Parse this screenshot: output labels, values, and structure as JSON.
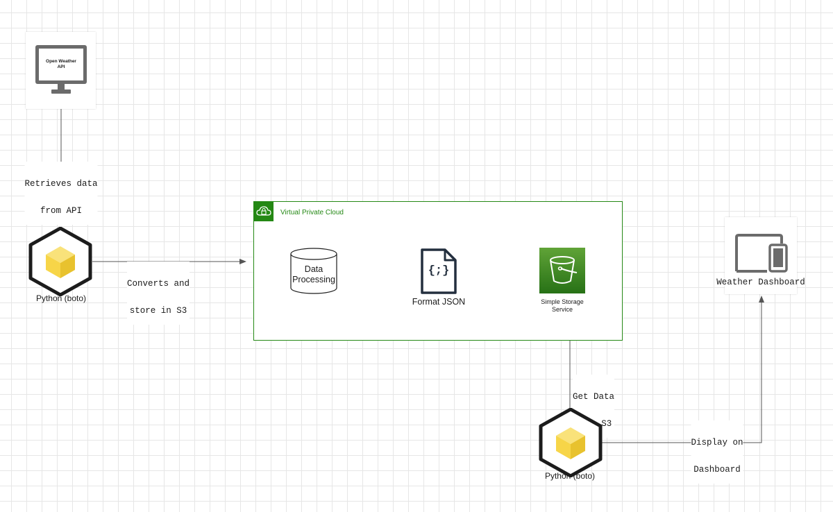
{
  "nodes": {
    "api_monitor": {
      "label_line1": "Open Weather",
      "label_line2": "API"
    },
    "python_top": {
      "label": "Python (boto)"
    },
    "python_bottom": {
      "label": "Python (boto)"
    },
    "vpc": {
      "label": "Virtual Private Cloud"
    },
    "data_processing": {
      "label_line1": "Data",
      "label_line2": "Processing"
    },
    "format_json": {
      "label": "Format JSON",
      "glyph": "{;}"
    },
    "s3": {
      "label_line1": "Simple Storage",
      "label_line2": "Service"
    },
    "dashboard": {
      "label": "Weather Dashboard"
    }
  },
  "edges": {
    "api_to_python": {
      "line1": "Retrieves data",
      "line2": "from API"
    },
    "python_to_vpc": {
      "line1": "Converts and",
      "line2": "store in S3"
    },
    "python_to_s3": {
      "line1": "Get Data",
      "line2": "from S3"
    },
    "python_to_dashboard": {
      "line1": "Display on",
      "line2": "Dashboard"
    }
  },
  "colors": {
    "vpc_green": "#248814",
    "s3_green_top": "#60a337",
    "s3_green_bottom": "#277116",
    "cube_yellow": "#f7d548",
    "icon_dark": "#232f3e",
    "device_gray": "#6b6b6b",
    "connector": "#555555"
  },
  "icons": {
    "api": "monitor-icon",
    "python": "cube-icon",
    "vpc": "cloud-lock-icon",
    "database": "cylinder-icon",
    "json": "json-file-icon",
    "s3": "bucket-icon",
    "dashboard": "devices-icon"
  }
}
